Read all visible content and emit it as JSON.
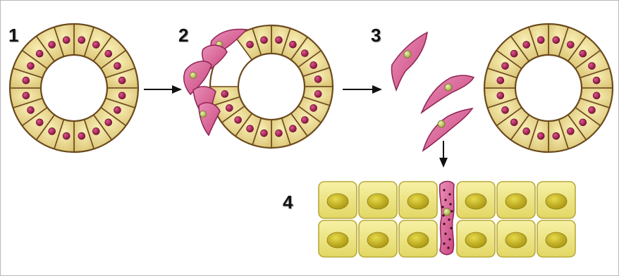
{
  "steps": [
    {
      "id": "1",
      "label": "1"
    },
    {
      "id": "2",
      "label": "2"
    },
    {
      "id": "3",
      "label": "3"
    },
    {
      "id": "4",
      "label": "4"
    }
  ],
  "colors": {
    "epithelial_fill": "#ecdc8e",
    "epithelial_outline": "#6b4a1f",
    "epithelial_nucleus": "#a31e50",
    "mesenchymal_fill": "#d96a98",
    "mesenchymal_outline": "#8e2455",
    "mesenchymal_nucleus": "#c7cf6a",
    "tissue_cell_fill": "#ede57f",
    "tissue_cell_outline": "#b9a93a",
    "tissue_nucleus": "#c4b21c",
    "invading_dots": "#3a0a1f",
    "arrow": "#111111",
    "frame_border": "#b9b9b9"
  },
  "icons": [
    "right-arrow-icon",
    "down-arrow-icon"
  ]
}
